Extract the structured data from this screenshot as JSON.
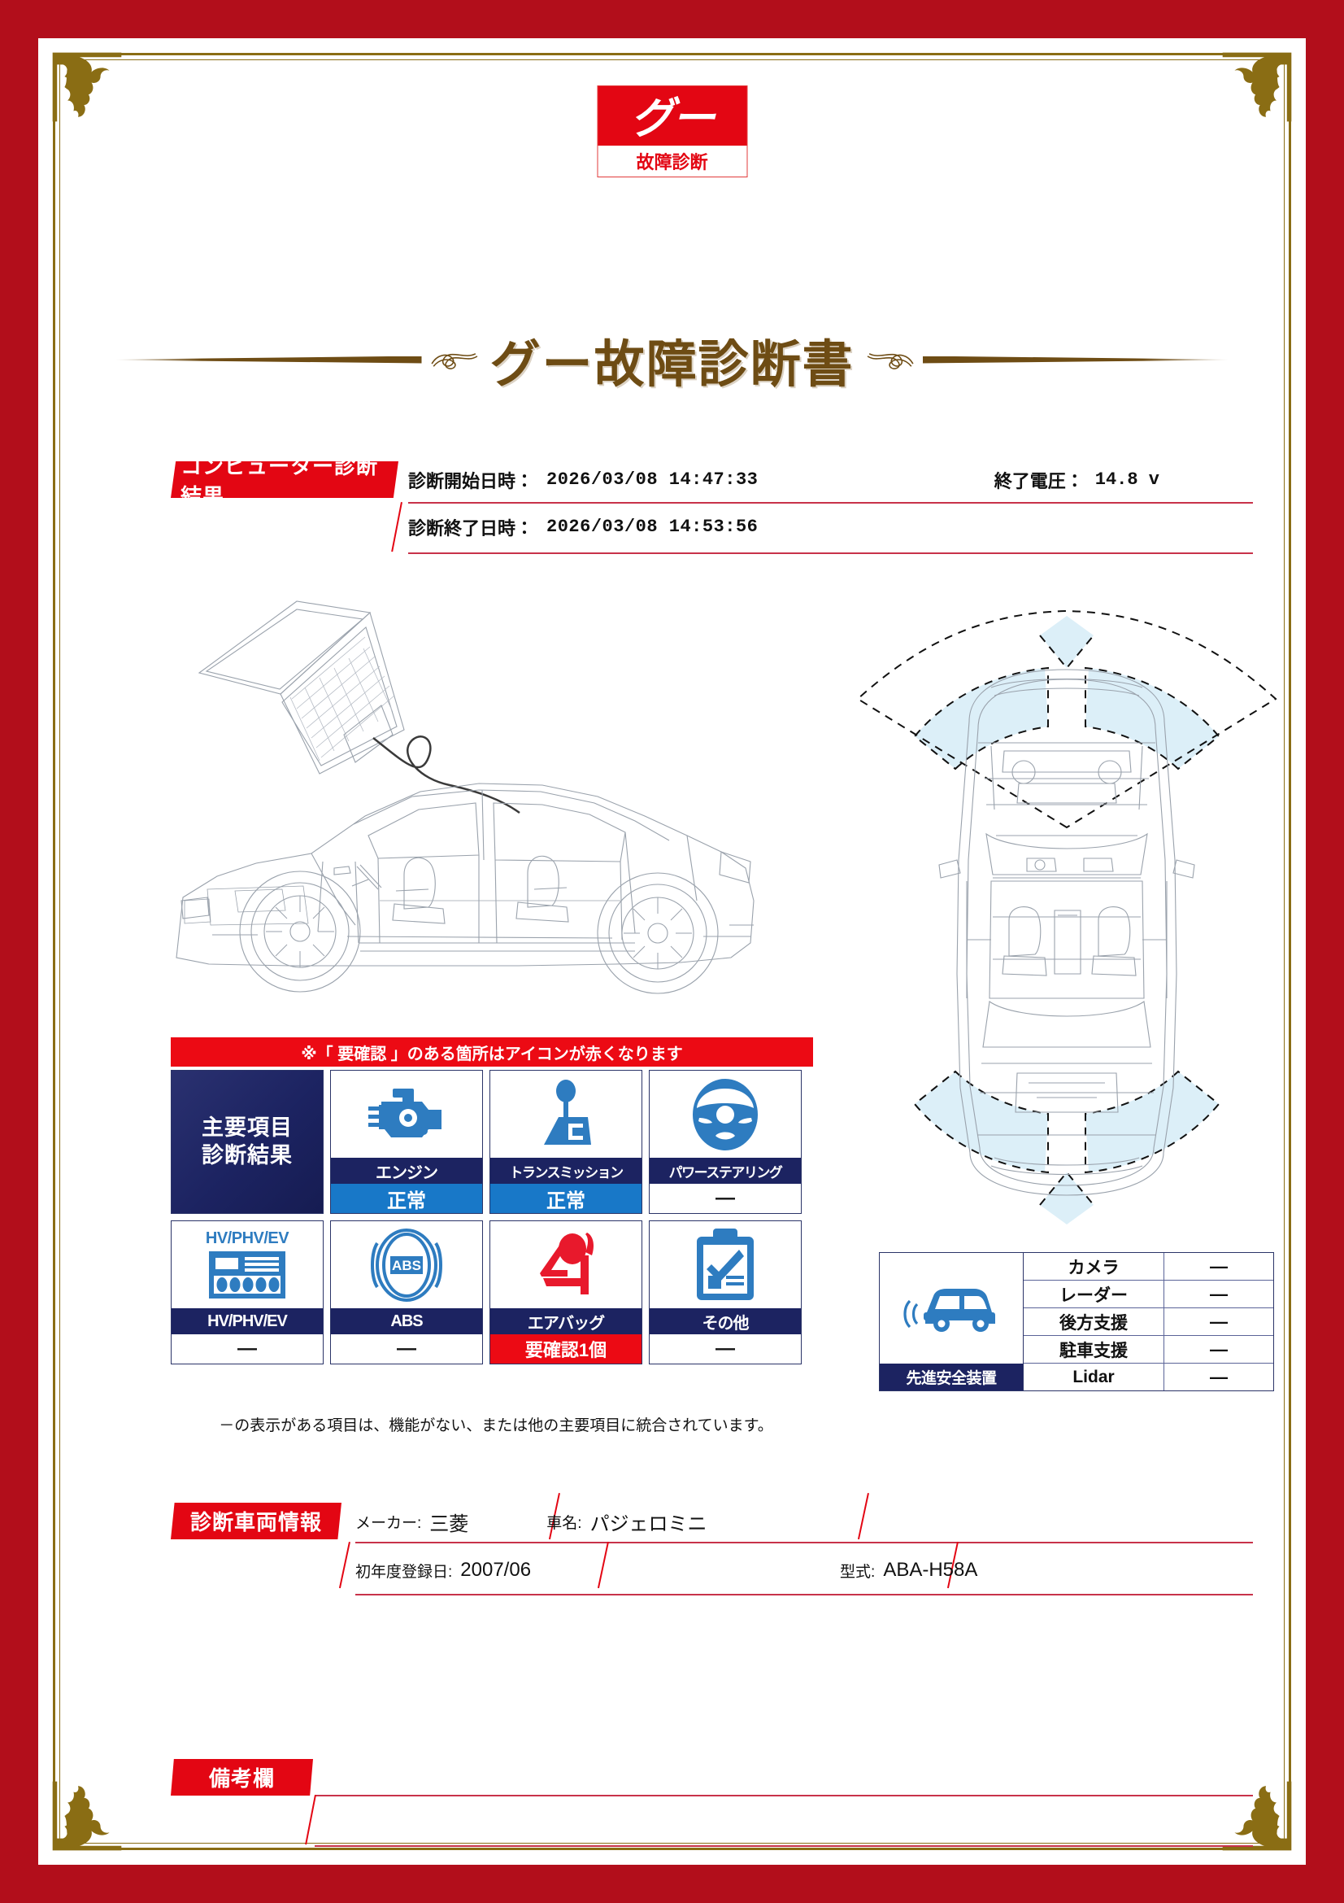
{
  "logo": {
    "mark": "グー",
    "sub": "故障診断"
  },
  "title": "グー故障診断書",
  "computer_diagnosis": {
    "banner": "コンピューター診断結果",
    "start_label": "診断開始日時：",
    "start_value": "2026/03/08 14:47:33",
    "voltage_label": "終了電圧：",
    "voltage_value": "14.8 v",
    "end_label": "診断終了日時：",
    "end_value": "2026/03/08 14:53:56"
  },
  "notice": "※「 要確認 」のある箇所はアイコンが赤くなります",
  "main_items": {
    "panel_line1": "主要項目",
    "panel_line2": "診断結果",
    "note": "－の表示がある項目は、機能がない、または他の主要項目に統合されています。",
    "items": [
      {
        "icon": "engine-icon",
        "label": "エンジン",
        "value": "正常",
        "state": "ok"
      },
      {
        "icon": "transmission-icon",
        "label": "トランスミッション",
        "value": "正常",
        "state": "ok"
      },
      {
        "icon": "steering-wheel-icon",
        "label": "パワーステアリング",
        "value": "—",
        "state": "none"
      },
      {
        "icon": "battery-icon",
        "label": "HV/PHV/EV",
        "value": "—",
        "state": "none",
        "caption": "HV/PHV/EV"
      },
      {
        "icon": "abs-icon",
        "label": "ABS",
        "value": "—",
        "state": "none"
      },
      {
        "icon": "airbag-icon",
        "label": "エアバッグ",
        "value": "要確認1個",
        "state": "alert"
      },
      {
        "icon": "clipboard-icon",
        "label": "その他",
        "value": "—",
        "state": "none"
      }
    ]
  },
  "adas": {
    "caption": "先進安全装置",
    "icon": "car-sensor-icon",
    "rows": [
      {
        "name": "カメラ",
        "value": "—"
      },
      {
        "name": "レーダー",
        "value": "—"
      },
      {
        "name": "後方支援",
        "value": "—"
      },
      {
        "name": "駐車支援",
        "value": "—"
      },
      {
        "name": "Lidar",
        "value": "—"
      }
    ]
  },
  "vehicle_info": {
    "banner": "診断車両情報",
    "maker_label": "メーカー:",
    "maker_value": "三菱",
    "model_label": "車名:",
    "model_value": "パジェロミニ",
    "reg_label": "初年度登録日:",
    "reg_value": "2007/06",
    "type_label": "型式:",
    "type_value": "ABA-H58A"
  },
  "remarks": {
    "banner": "備考欄",
    "text": ""
  },
  "colors": {
    "border_red": "#B20E1B",
    "brand_red": "#E30613",
    "navy": "#1C2361",
    "blue": "#1878C8",
    "gold": "#8a6d14",
    "title_brown": "#6E4C14"
  }
}
